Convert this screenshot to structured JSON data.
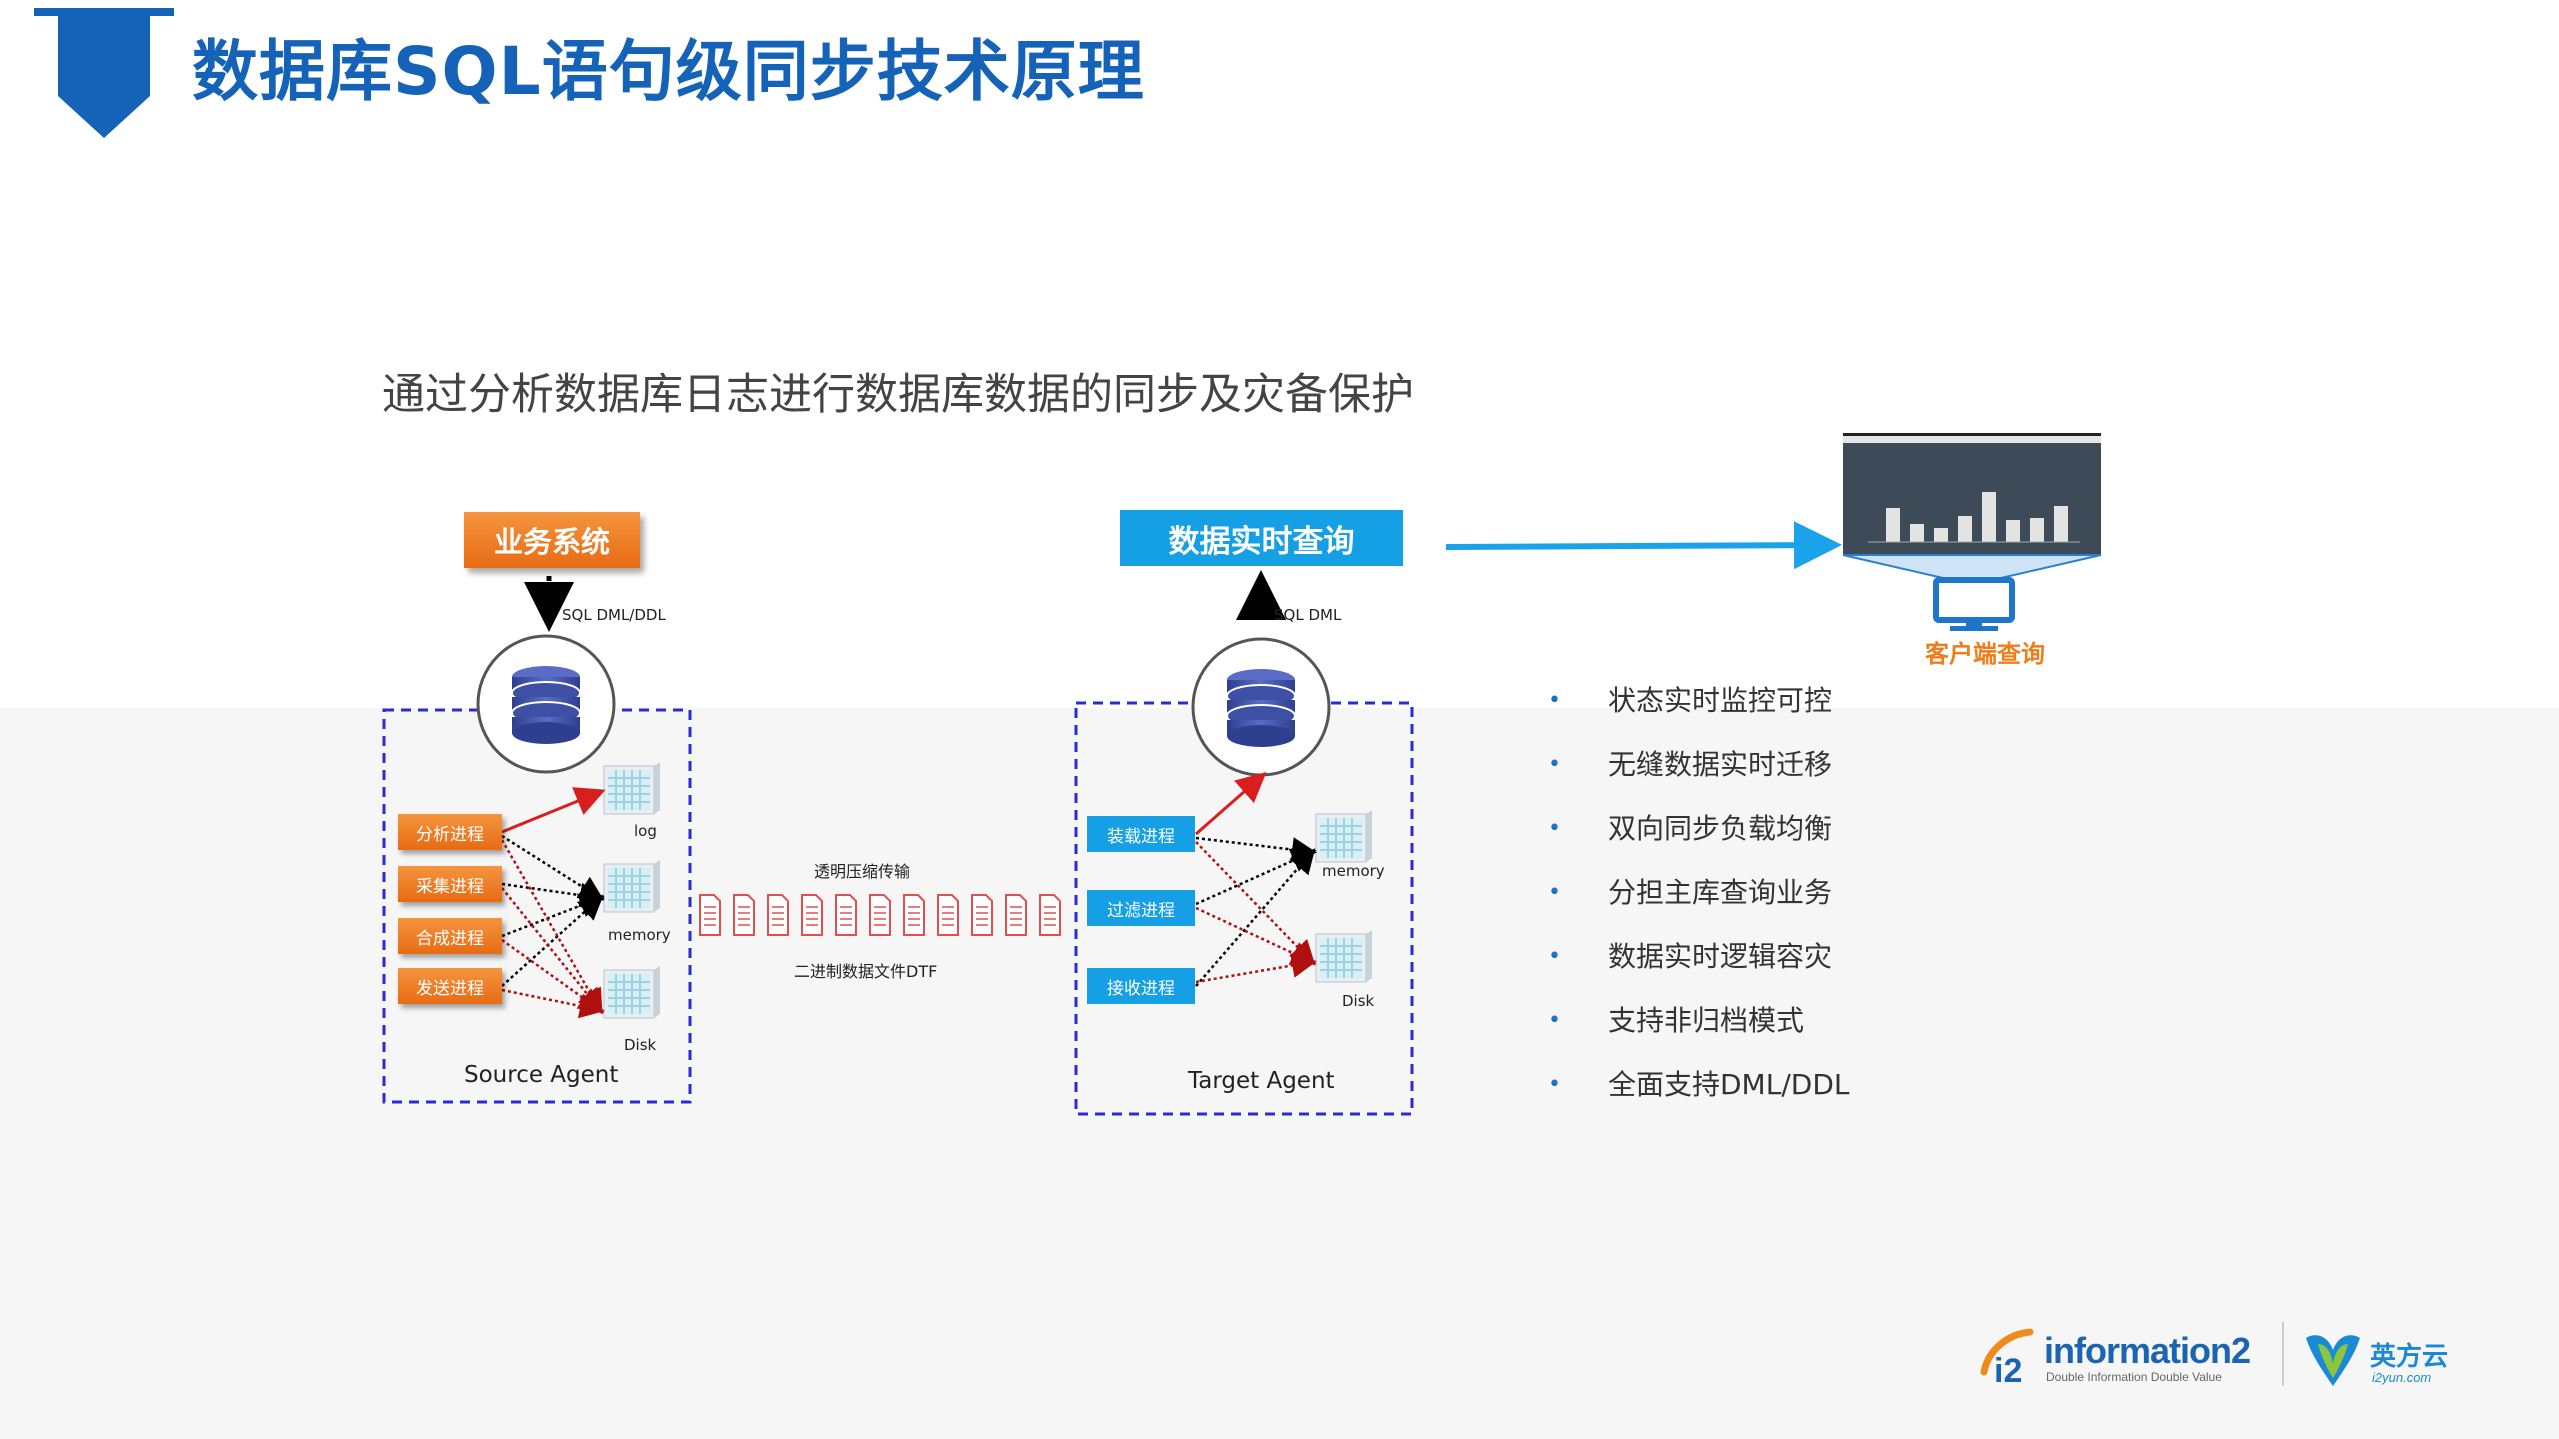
{
  "title": "数据库SQL语句级同步技术原理",
  "subtitle": "通过分析数据库日志进行数据库数据的同步及灾备保护",
  "colors": {
    "brand_blue": "#1463b8",
    "orange": "#ee7d1b",
    "sky_blue": "#15a0e6",
    "dashed_border": "#2b2bd6",
    "red_arrow": "#d81e1e"
  },
  "diagram": {
    "business_system": "业务系统",
    "source_sql_label": "SQL DML/DDL",
    "realtime_query": "数据实时查询",
    "target_sql_label": "SQL DML",
    "source": {
      "name": "Source Agent",
      "processes": [
        "分析进程",
        "采集进程",
        "合成进程",
        "发送进程"
      ],
      "stores": [
        "log",
        "memory",
        "Disk"
      ]
    },
    "target": {
      "name": "Target Agent",
      "processes": [
        "装载进程",
        "过滤进程",
        "接收进程"
      ],
      "stores": [
        "memory",
        "Disk"
      ]
    },
    "transfer_top": "透明压缩传输",
    "transfer_bottom": "二进制数据文件DTF",
    "client_query": "客户端查询"
  },
  "features": [
    "状态实时监控可控",
    "无缝数据实时迁移",
    "双向同步负载均衡",
    "分担主库查询业务",
    "数据实时逻辑容灾",
    "支持非归档模式",
    "全面支持DML/DDL"
  ],
  "logos": {
    "i2_word": "information2",
    "i2_tagline": "Double Information Double Value",
    "yf_cn": "英方云",
    "yf_en": "i2yun.com"
  }
}
